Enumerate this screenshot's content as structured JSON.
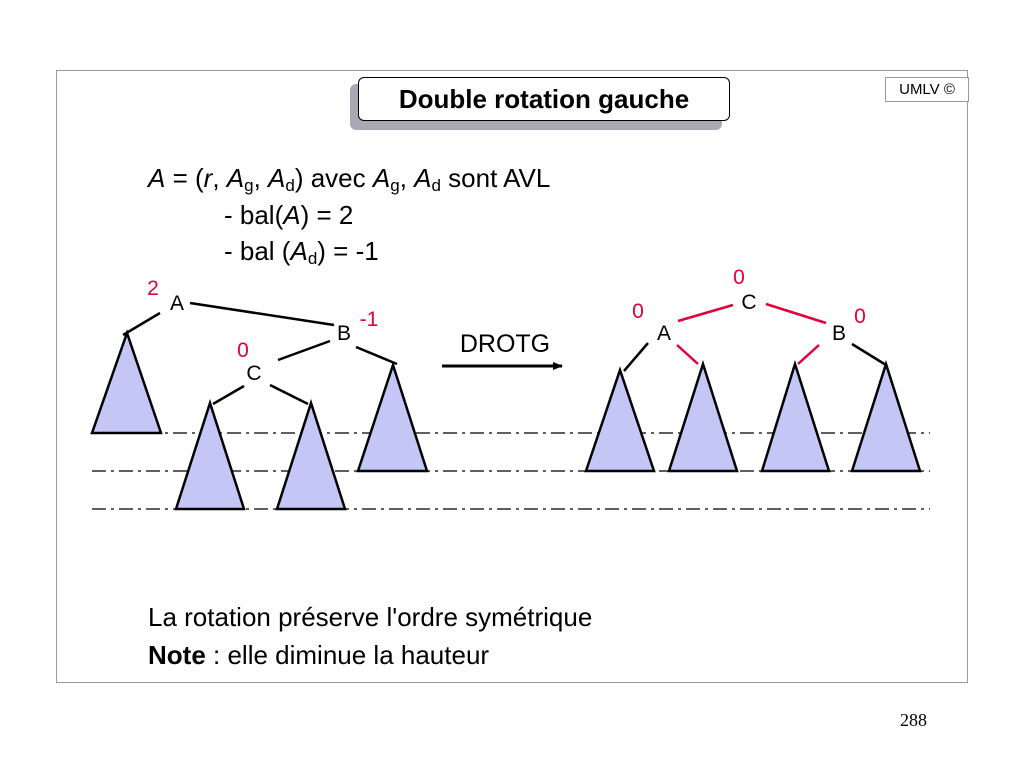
{
  "corner_badge": "UMLV ©",
  "title": "Double rotation gauche",
  "definition": {
    "a": "A",
    "eq": " = (",
    "r": "r",
    "comma1": ", ",
    "ag": "A",
    "g": "g",
    "comma2": ", ",
    "ad": "A",
    "d": "d",
    "mid": ") avec ",
    "ag2": "A",
    "g2": "g",
    "comma3": ", ",
    "ad2": "A",
    "d2": "d",
    "tail": " sont AVL"
  },
  "condition1": {
    "pre": "- bal(",
    "var": "A",
    "post": ") = 2"
  },
  "condition2": {
    "pre": "- bal (",
    "var": "A",
    "sub": "d",
    "post": ") = -1"
  },
  "before_tree": {
    "nodes": [
      {
        "label": "A",
        "balance": "2"
      },
      {
        "label": "B",
        "balance": "-1"
      },
      {
        "label": "C",
        "balance": "0"
      }
    ]
  },
  "operation_label": "DROTG",
  "after_tree": {
    "nodes": [
      {
        "label": "C",
        "balance": "0"
      },
      {
        "label": "A",
        "balance": "0"
      },
      {
        "label": "B",
        "balance": "0"
      }
    ]
  },
  "conclusion1": "La rotation préserve l'ordre symétrique",
  "conclusion2": {
    "bold": "Note",
    "rest": " : elle diminue la hauteur"
  },
  "page_number": "288",
  "colors": {
    "triangle_fill": "#c4c6f5",
    "balance_red": "#e0003c",
    "new_edge_red": "#e0003c",
    "title_shadow": "#a9a9b4"
  }
}
